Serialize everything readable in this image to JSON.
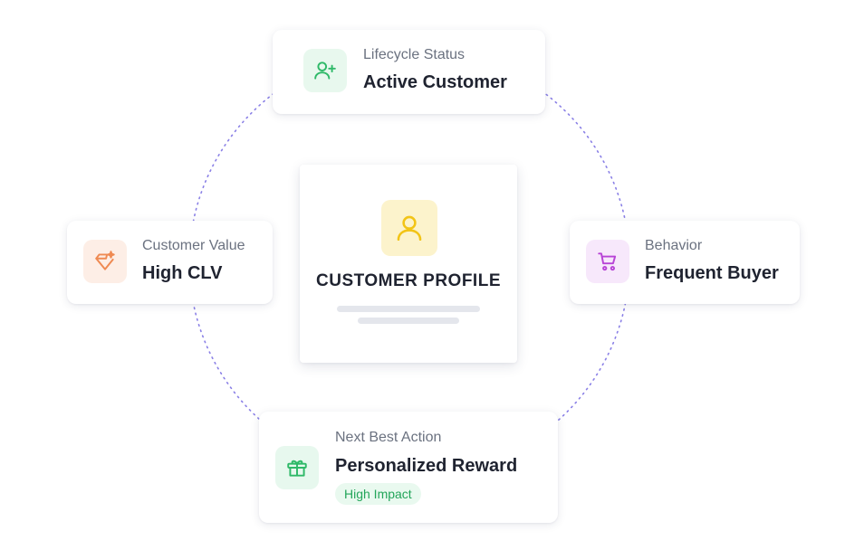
{
  "center": {
    "title": "CUSTOMER PROFILE",
    "icon": "user-icon",
    "icon_color": "#f2c417"
  },
  "cards": {
    "lifecycle": {
      "label": "Lifecycle Status",
      "value": "Active Customer",
      "icon": "user-plus-icon",
      "icon_color": "#2fb968"
    },
    "customer_value": {
      "label": "Customer Value",
      "value": "High CLV",
      "icon": "diamond-sparkle-icon",
      "icon_color": "#ef8a52"
    },
    "behavior": {
      "label": "Behavior",
      "value": "Frequent Buyer",
      "icon": "shopping-cart-icon",
      "icon_color": "#b844d6"
    },
    "next_action": {
      "label": "Next Best Action",
      "value": "Personalized Reward",
      "badge": "High Impact",
      "icon": "gift-icon",
      "icon_color": "#2fb968"
    }
  },
  "ring_color": "#8a80e6"
}
